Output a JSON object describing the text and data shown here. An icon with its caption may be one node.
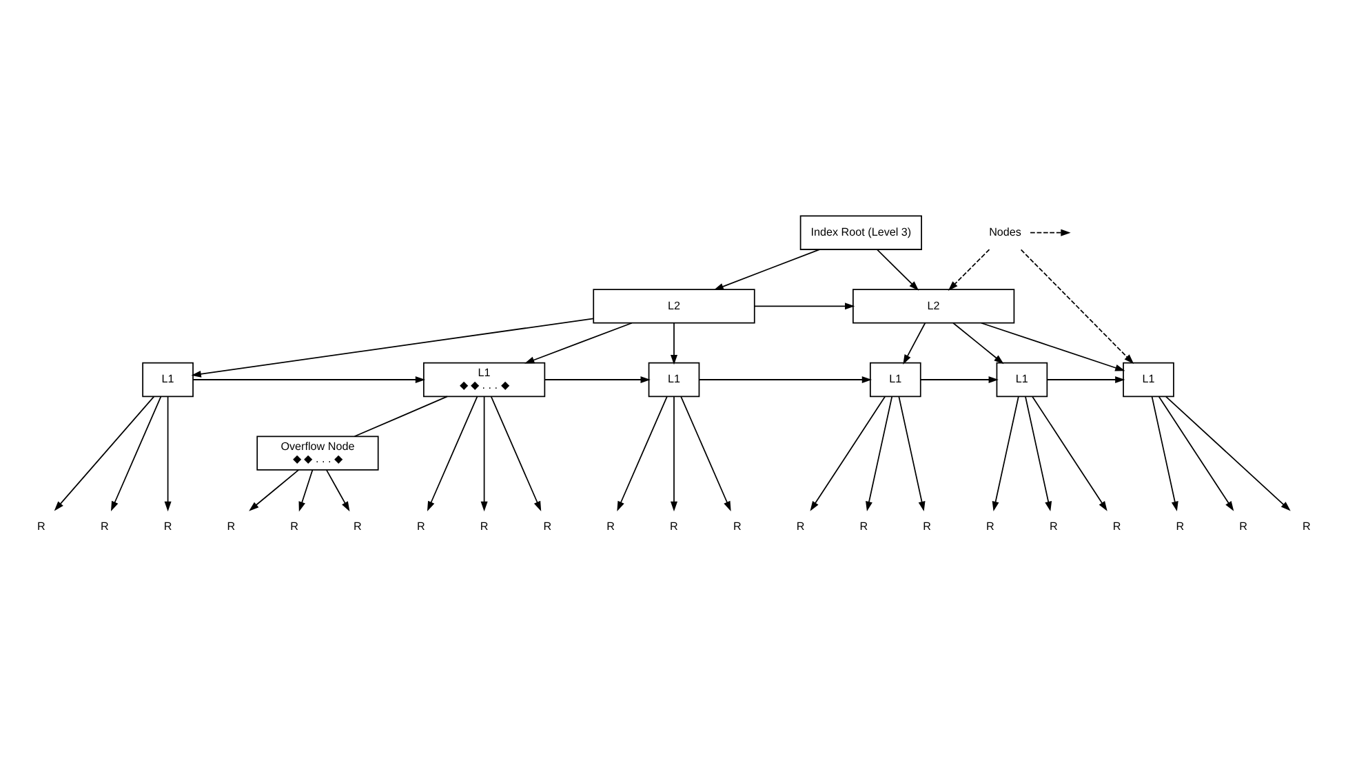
{
  "diagram": {
    "nodes": [
      {
        "text": [
          "Index Root (Level 3)"
        ]
      },
      {
        "text": [
          "L2"
        ]
      },
      {
        "text": [
          "L2"
        ]
      },
      {
        "text": [
          "L1"
        ]
      },
      {
        "text": [
          "L1",
          "◆ ◆ . . . ◆"
        ]
      },
      {
        "text": [
          "Overflow Node",
          "◆ ◆ . . . ◆"
        ]
      },
      {
        "text": [
          "L1"
        ]
      },
      {
        "text": [
          "L1"
        ]
      },
      {
        "text": [
          "L1"
        ]
      },
      {
        "text": [
          "L1"
        ]
      },
      {
        "text": [
          "Nodes"
        ]
      },
      {
        "text": [
          "R"
        ]
      },
      {
        "text": [
          "R"
        ]
      },
      {
        "text": [
          "R"
        ]
      },
      {
        "text": [
          "R"
        ]
      },
      {
        "text": [
          "R"
        ]
      },
      {
        "text": [
          "R"
        ]
      },
      {
        "text": [
          "R"
        ]
      },
      {
        "text": [
          "R"
        ]
      },
      {
        "text": [
          "R"
        ]
      },
      {
        "text": [
          "R"
        ]
      },
      {
        "text": [
          "R"
        ]
      },
      {
        "text": [
          "R"
        ]
      },
      {
        "text": [
          "R"
        ]
      },
      {
        "text": [
          "R"
        ]
      },
      {
        "text": [
          "R"
        ]
      },
      {
        "text": [
          "R"
        ]
      },
      {
        "text": [
          "R"
        ]
      },
      {
        "text": [
          "R"
        ]
      },
      {
        "text": [
          "R"
        ]
      },
      {
        "text": [
          "R"
        ]
      },
      {
        "text": [
          "R"
        ]
      }
    ],
    "edges": [
      {
        "from": 0,
        "to": 1,
        "arrow": "to"
      },
      {
        "from": 0,
        "to": 2,
        "arrow": "to"
      },
      {
        "from": 1,
        "to": 2,
        "arrow": "to"
      },
      {
        "from": 1,
        "to": 3,
        "arrow": "to"
      },
      {
        "from": 1,
        "to": 4,
        "arrow": "to"
      },
      {
        "from": 1,
        "to": 6,
        "arrow": "to"
      },
      {
        "from": 2,
        "to": 7,
        "arrow": "to"
      },
      {
        "from": 2,
        "to": 8,
        "arrow": "to"
      },
      {
        "from": 2,
        "to": 9,
        "arrow": "to"
      },
      {
        "from": 3,
        "to": 4,
        "arrow": "to"
      },
      {
        "from": 4,
        "to": 6,
        "arrow": "to"
      },
      {
        "from": 6,
        "to": 7,
        "arrow": "to"
      },
      {
        "from": 7,
        "to": 8,
        "arrow": "to"
      },
      {
        "from": 8,
        "to": 9,
        "arrow": "to"
      },
      {
        "from": 4,
        "to": 5,
        "arrow": "none"
      },
      {
        "from": 10,
        "to": null,
        "arrow": "to",
        "style": "dashed"
      },
      {
        "from": 10,
        "to": 2,
        "arrow": "to",
        "style": "dashed"
      },
      {
        "from": 10,
        "to": 9,
        "arrow": "to",
        "style": "dashed"
      },
      {
        "from": 3,
        "to": 11,
        "arrow": "to"
      },
      {
        "from": 3,
        "to": 12,
        "arrow": "to"
      },
      {
        "from": 3,
        "to": 13,
        "arrow": "to"
      },
      {
        "from": 4,
        "to": 14,
        "arrow": "to"
      },
      {
        "from": 4,
        "to": 15,
        "arrow": "to"
      },
      {
        "from": 4,
        "to": 16,
        "arrow": "to"
      },
      {
        "from": 5,
        "to": 17,
        "arrow": "to"
      },
      {
        "from": 5,
        "to": 18,
        "arrow": "to"
      },
      {
        "from": 5,
        "to": 19,
        "arrow": "to"
      },
      {
        "from": 6,
        "to": 20,
        "arrow": "to"
      },
      {
        "from": 6,
        "to": 21,
        "arrow": "to"
      },
      {
        "from": 6,
        "to": 22,
        "arrow": "to"
      },
      {
        "from": 7,
        "to": 23,
        "arrow": "to"
      },
      {
        "from": 7,
        "to": 24,
        "arrow": "to"
      },
      {
        "from": 7,
        "to": 25,
        "arrow": "to"
      },
      {
        "from": 8,
        "to": 26,
        "arrow": "to"
      },
      {
        "from": 8,
        "to": 27,
        "arrow": "to"
      },
      {
        "from": 8,
        "to": 28,
        "arrow": "to"
      },
      {
        "from": 9,
        "to": 29,
        "arrow": "to"
      },
      {
        "from": 9,
        "to": 30,
        "arrow": "to"
      },
      {
        "from": 9,
        "to": 31,
        "arrow": "to"
      }
    ]
  }
}
